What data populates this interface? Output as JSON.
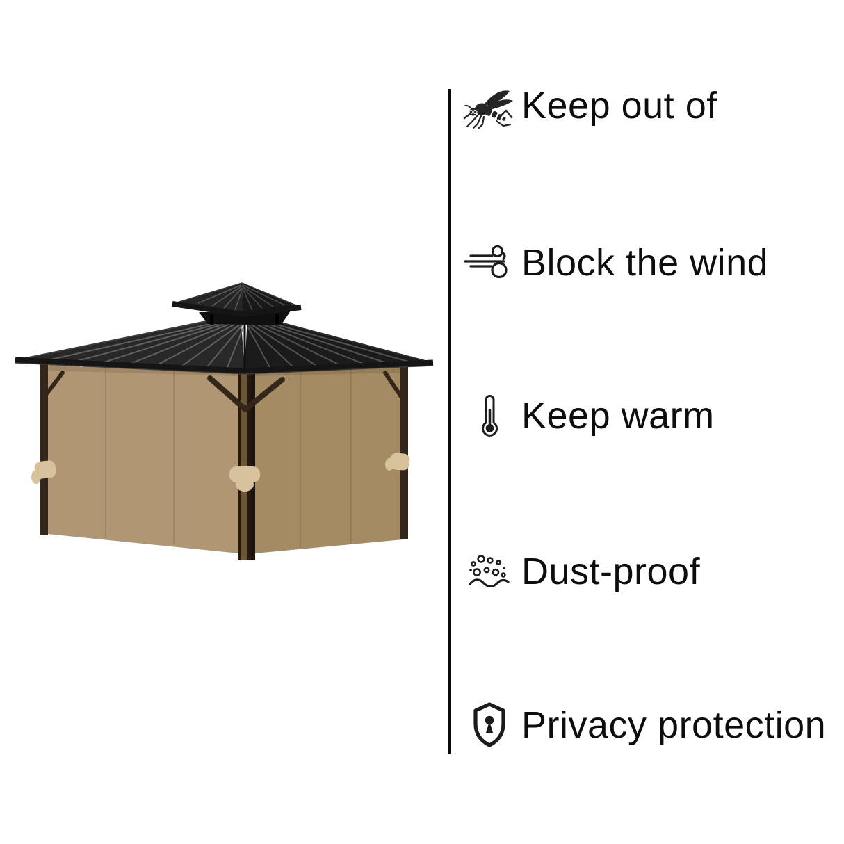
{
  "features": [
    {
      "name": "keep-out-of-insects",
      "icon": "mosquito-icon",
      "label": "Keep out of"
    },
    {
      "name": "block-the-wind",
      "icon": "wind-icon",
      "label": "Block the wind"
    },
    {
      "name": "keep-warm",
      "icon": "thermometer-icon",
      "label": "Keep warm"
    },
    {
      "name": "dust-proof",
      "icon": "dust-icon",
      "label": "Dust-proof"
    },
    {
      "name": "privacy-protection",
      "icon": "shield-keyhole-icon",
      "label": "Privacy protection"
    }
  ],
  "divider_color": "#0a0a0a",
  "text_color": "#0d0d0d",
  "icon_color": "#1c1c1c",
  "product_image": {
    "subject": "hardtop gazebo with tan privacy sidewall curtains",
    "colors": {
      "roof_left": "#282828",
      "roof_right": "#1b1b1b",
      "roof_top_left": "#252525",
      "roof_top_right": "#191919",
      "roof_fascia": "#151515",
      "roof_rib": "#6a6a6a",
      "curtain_left": "#b09672",
      "curtain_right": "#a58b63",
      "frame": "#33261a",
      "frame_dark": "#241a10",
      "frame_highlight": "#6b5638",
      "strap": "#d8c29c",
      "hook_ring": "#8a8a8a",
      "vent": "#101010"
    }
  }
}
